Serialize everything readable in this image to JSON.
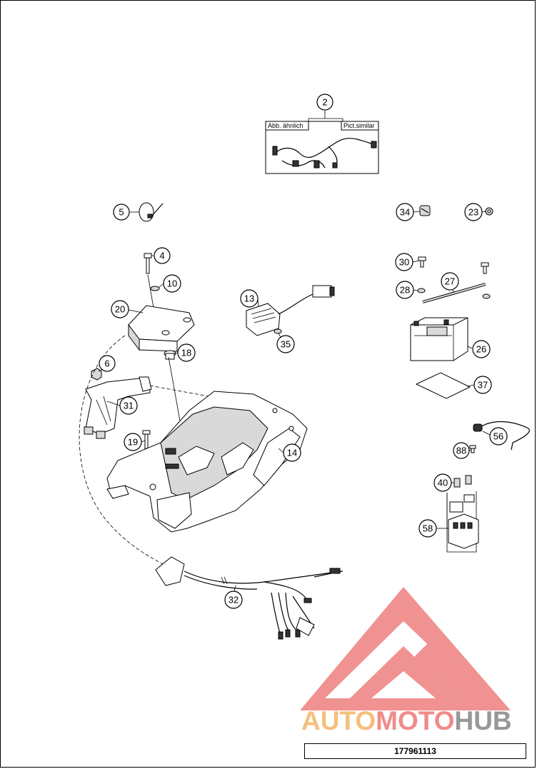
{
  "inset": {
    "label_left": "Abb. ähnlich",
    "label_right": "Pict.similar"
  },
  "callouts": {
    "c2": "2",
    "c5": "5",
    "c34": "34",
    "c23": "23",
    "c4": "4",
    "c10": "10",
    "c20": "20",
    "c18": "18",
    "c6": "6",
    "c31": "31",
    "c19": "19",
    "c14": "14",
    "c13": "13",
    "c35": "35",
    "c30": "30",
    "c28": "28",
    "c27": "27",
    "c26": "26",
    "c37": "37",
    "c56": "56",
    "c88": "88",
    "c40": "40",
    "c58": "58",
    "c32": "32"
  },
  "footer": {
    "part_number": "177961113"
  },
  "watermark": {
    "part1": "AUTO",
    "part2": "MOTO",
    "part3": "HUB"
  },
  "colors": {
    "logo_red": "#ee8080",
    "logo_orange": "#f4b96e",
    "logo_grey": "#8c8c8c"
  }
}
